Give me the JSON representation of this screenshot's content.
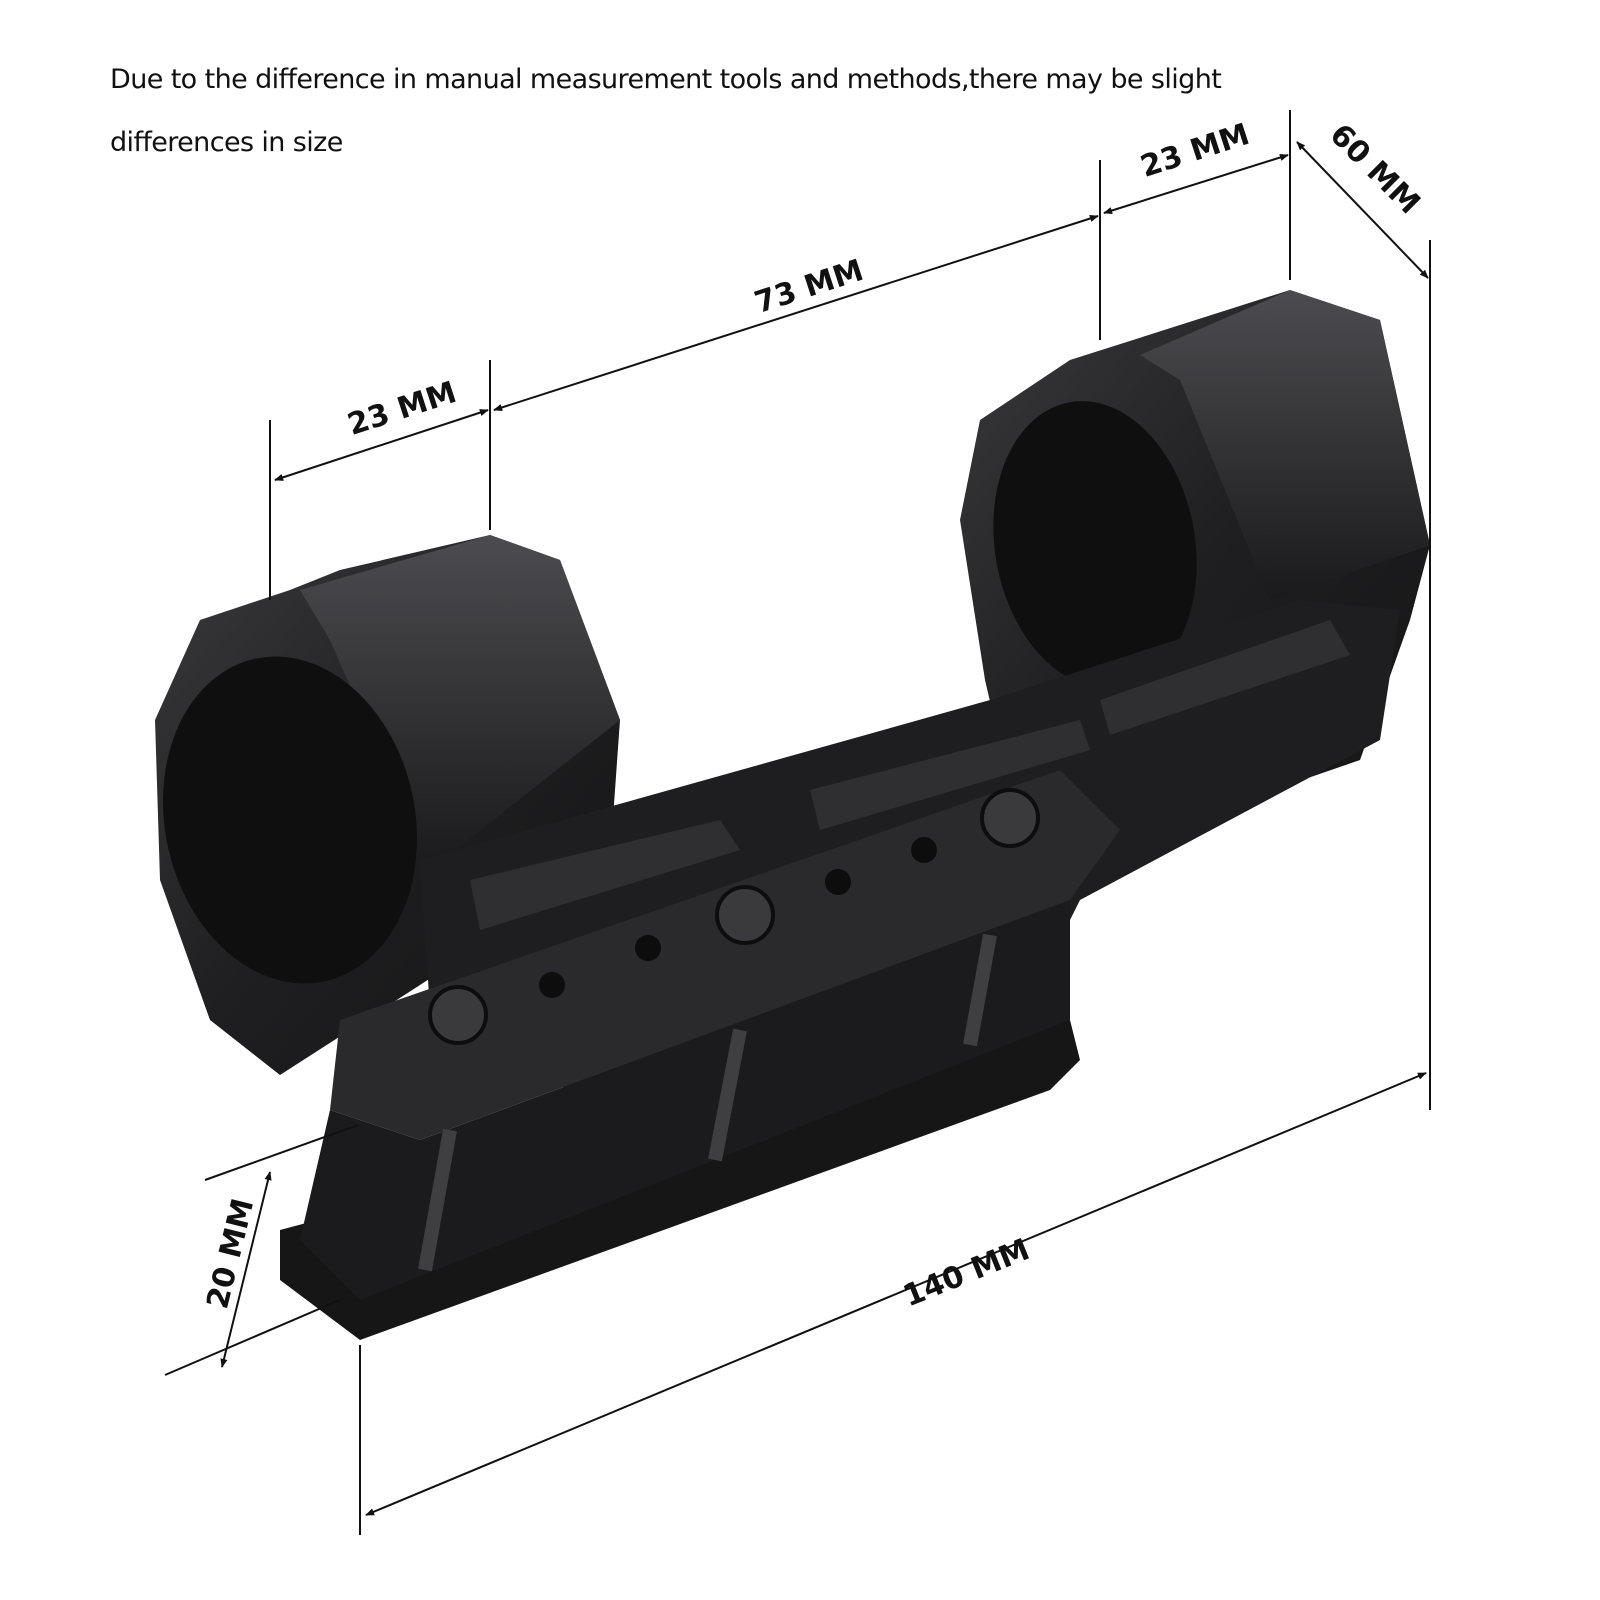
{
  "notice": {
    "line1": "Due to the difference in manual measurement tools and methods,there may be slight",
    "line2": "differences in size"
  },
  "dimensions": {
    "ring_width_left": "23 MM",
    "ring_spacing": "73 MM",
    "ring_width_right": "23 MM",
    "height": "60 MM",
    "base_height": "20 MM",
    "total_length": "140 MM"
  },
  "colors": {
    "product": "#1c1c1e",
    "product_highlight": "#4a4a4d",
    "background": "#ffffff",
    "lines": "#111111"
  },
  "icons": {
    "product": "scope-mount-picture"
  }
}
